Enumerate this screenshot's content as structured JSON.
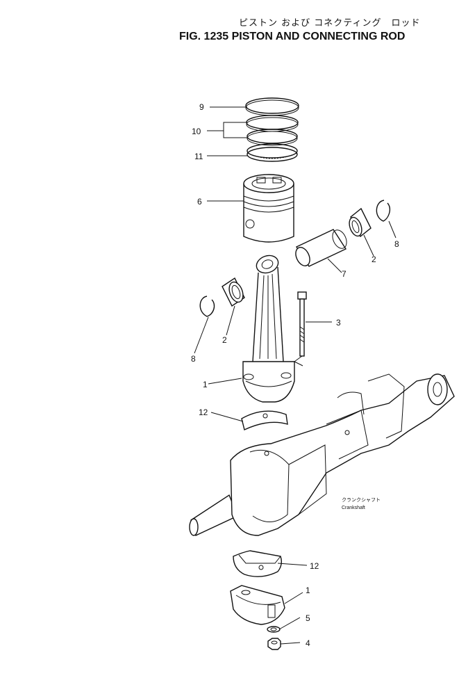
{
  "header": {
    "title_jp": "ピストン および コネクティング　ロッド",
    "title_en": "FIG. 1235  PISTON AND CONNECTING ROD"
  },
  "callouts": {
    "c9": "9",
    "c10": "10",
    "c11": "11",
    "c6": "6",
    "c8_right": "8",
    "c2_right": "2",
    "c7": "7",
    "c3": "3",
    "c2_left": "2",
    "c8_left": "8",
    "c1_upper": "1",
    "c12_upper": "12",
    "c12_lower": "12",
    "c1_lower": "1",
    "c5": "5",
    "c4": "4"
  },
  "crankshaft_label": {
    "jp": "クランクシャフト",
    "en": "Crankshaft"
  }
}
